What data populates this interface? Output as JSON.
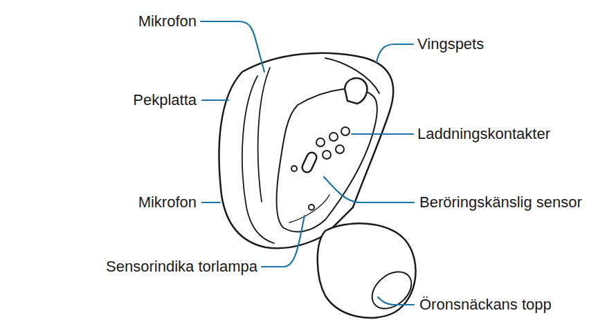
{
  "diagram": {
    "labels": [
      "Mikrofon",
      "Vingspets",
      "Pekplatta",
      "Laddningskontakter",
      "Mikrofon",
      "Beröringskänslig sensor",
      "Sensorindika torlampa",
      "Öronsnäckans topp"
    ]
  }
}
